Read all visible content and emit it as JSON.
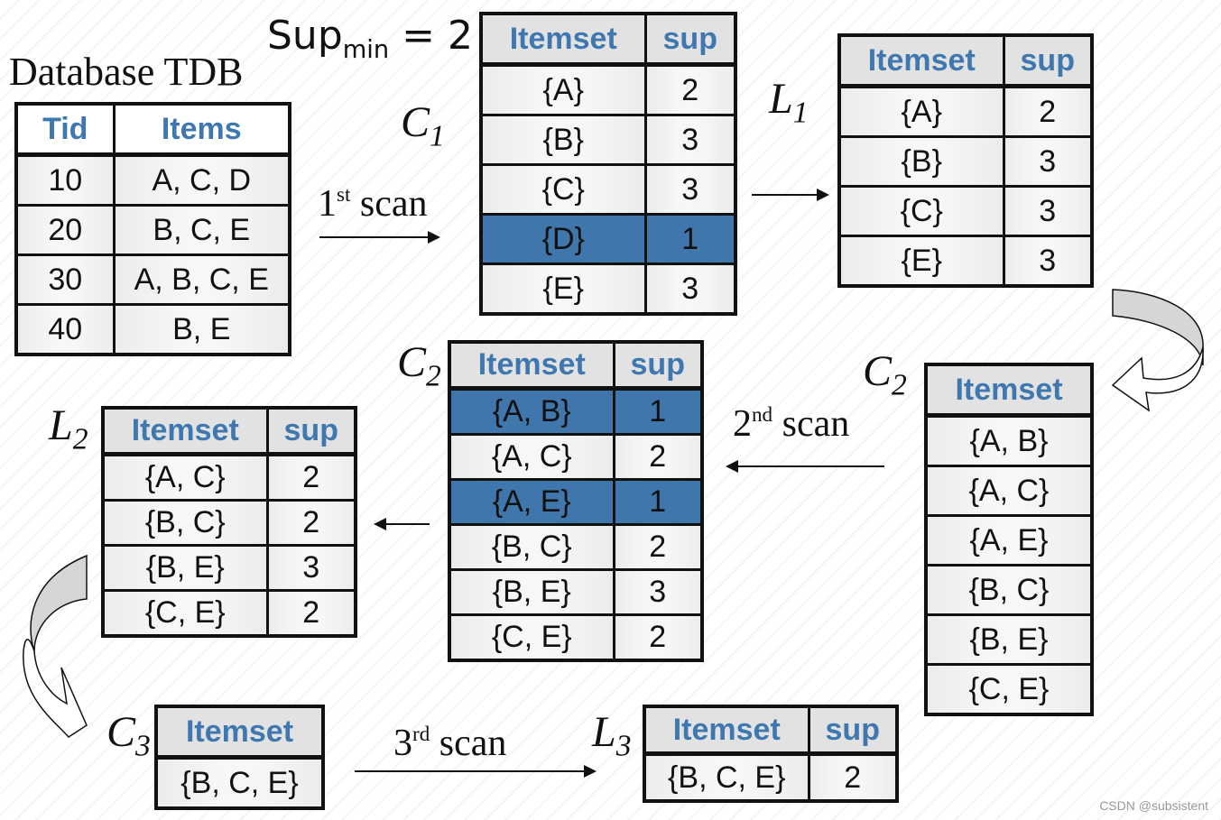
{
  "title": "Database TDB",
  "supmin": {
    "base": "Sup",
    "sub": "min",
    "rest": " = 2"
  },
  "colors": {
    "header_text": "#3f78b0",
    "highlight_row": "#3f76ab",
    "header_bg": "#e2e2e2"
  },
  "tdb": {
    "headers": [
      "Tid",
      "Items"
    ],
    "rows": [
      [
        "10",
        "A, C, D"
      ],
      [
        "20",
        "B, C, E"
      ],
      [
        "30",
        "A, B, C, E"
      ],
      [
        "40",
        "B, E"
      ]
    ]
  },
  "c1": {
    "label": "C",
    "sub": "1",
    "headers": [
      "Itemset",
      "sup"
    ],
    "rows": [
      [
        "{A}",
        "2"
      ],
      [
        "{B}",
        "3"
      ],
      [
        "{C}",
        "3"
      ],
      [
        "{D}",
        "1"
      ],
      [
        "{E}",
        "3"
      ]
    ],
    "highlighted": [
      3
    ]
  },
  "l1": {
    "label": "L",
    "sub": "1",
    "headers": [
      "Itemset",
      "sup"
    ],
    "rows": [
      [
        "{A}",
        "2"
      ],
      [
        "{B}",
        "3"
      ],
      [
        "{C}",
        "3"
      ],
      [
        "{E}",
        "3"
      ]
    ]
  },
  "c2cand": {
    "label": "C",
    "sub": "2",
    "headers": [
      "Itemset"
    ],
    "rows": [
      [
        "{A, B}"
      ],
      [
        "{A, C}"
      ],
      [
        "{A, E}"
      ],
      [
        "{B, C}"
      ],
      [
        "{B, E}"
      ],
      [
        "{C, E}"
      ]
    ]
  },
  "c2": {
    "label": "C",
    "sub": "2",
    "headers": [
      "Itemset",
      "sup"
    ],
    "rows": [
      [
        "{A, B}",
        "1"
      ],
      [
        "{A, C}",
        "2"
      ],
      [
        "{A, E}",
        "1"
      ],
      [
        "{B, C}",
        "2"
      ],
      [
        "{B, E}",
        "3"
      ],
      [
        "{C, E}",
        "2"
      ]
    ],
    "highlighted": [
      0,
      2
    ]
  },
  "l2": {
    "label": "L",
    "sub": "2",
    "headers": [
      "Itemset",
      "sup"
    ],
    "rows": [
      [
        "{A, C}",
        "2"
      ],
      [
        "{B, C}",
        "2"
      ],
      [
        "{B, E}",
        "3"
      ],
      [
        "{C, E}",
        "2"
      ]
    ]
  },
  "c3": {
    "label": "C",
    "sub": "3",
    "headers": [
      "Itemset"
    ],
    "rows": [
      [
        "{B, C, E}"
      ]
    ]
  },
  "l3": {
    "label": "L",
    "sub": "3",
    "headers": [
      "Itemset",
      "sup"
    ],
    "rows": [
      [
        "{B, C, E}",
        "2"
      ]
    ]
  },
  "scans": {
    "first": {
      "num": "1",
      "ord": "st",
      "word": " scan"
    },
    "second": {
      "num": "2",
      "ord": "nd",
      "word": " scan"
    },
    "third": {
      "num": "3",
      "ord": "rd",
      "word": " scan"
    }
  },
  "watermark": "CSDN @subsistent"
}
